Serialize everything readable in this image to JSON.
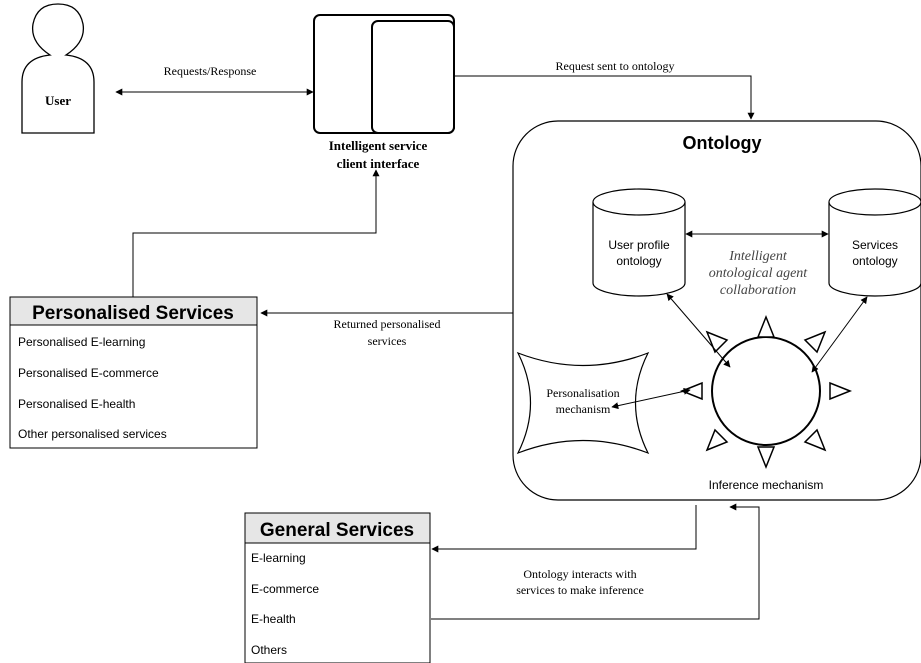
{
  "user": {
    "label": "User"
  },
  "client_interface": {
    "line1": "Intelligent service",
    "line2": "client interface"
  },
  "edges": {
    "requests_response": "Requests/Response",
    "request_to_ontology": "Request sent to ontology",
    "returned_line1": "Returned personalised",
    "returned_line2": "services",
    "interacts_line1": "Ontology interacts with",
    "interacts_line2": "services to make inference"
  },
  "ontology": {
    "title": "Ontology",
    "user_profile_line1": "User profile",
    "user_profile_line2": "ontology",
    "services_line1": "Services",
    "services_line2": "ontology",
    "agent_line1": "Intelligent",
    "agent_line2": "ontological agent",
    "agent_line3": "collaboration",
    "personalisation_line1": "Personalisation",
    "personalisation_line2": "mechanism",
    "inference": "Inference mechanism"
  },
  "personalised_services": {
    "title": "Personalised Services",
    "items": [
      "Personalised E-learning",
      "Personalised E-commerce",
      "Personalised E-health",
      "Other personalised services"
    ]
  },
  "general_services": {
    "title": "General Services",
    "items": [
      "E-learning",
      "E-commerce",
      "E-health",
      "Others"
    ]
  },
  "colors": {
    "stroke": "#000000",
    "header_fill": "#e6e6e6",
    "text": "#000000"
  }
}
